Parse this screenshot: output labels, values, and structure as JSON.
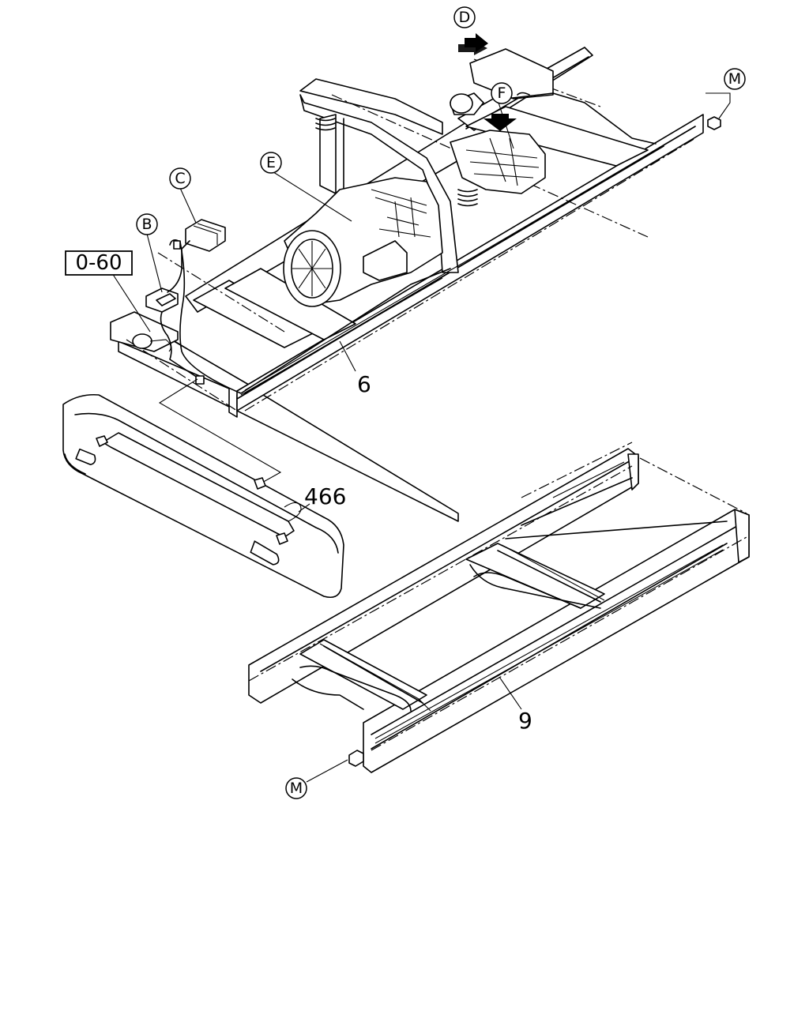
{
  "callouts": {
    "b": "B",
    "c": "C",
    "d": "D",
    "e": "E",
    "f": "F",
    "m_top": "M",
    "m_bottom": "M"
  },
  "part_numbers": {
    "harness_main": "6",
    "harness_rear": "9",
    "harness_bumper": "466"
  },
  "reference": {
    "section": "0-60"
  }
}
